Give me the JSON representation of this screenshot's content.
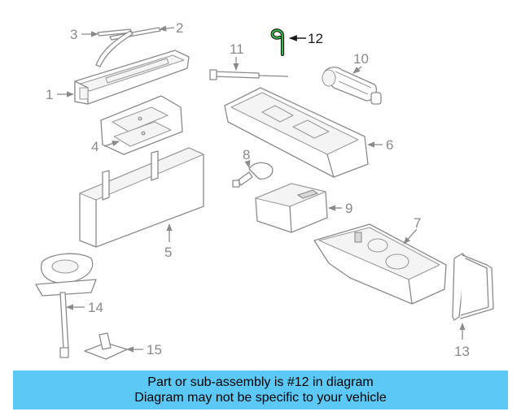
{
  "diagram": {
    "highlighted_part": "12",
    "callouts": [
      {
        "id": "c1",
        "label": "1"
      },
      {
        "id": "c2",
        "label": "2"
      },
      {
        "id": "c3",
        "label": "3"
      },
      {
        "id": "c4",
        "label": "4"
      },
      {
        "id": "c5",
        "label": "5"
      },
      {
        "id": "c6",
        "label": "6"
      },
      {
        "id": "c7",
        "label": "7"
      },
      {
        "id": "c8",
        "label": "8"
      },
      {
        "id": "c9",
        "label": "9"
      },
      {
        "id": "c10",
        "label": "10"
      },
      {
        "id": "c11",
        "label": "11"
      },
      {
        "id": "c12",
        "label": "12"
      },
      {
        "id": "c13",
        "label": "13"
      },
      {
        "id": "c14",
        "label": "14"
      },
      {
        "id": "c15",
        "label": "15"
      }
    ]
  },
  "banner": {
    "line1": "Part or sub-assembly is #12 in diagram",
    "line2": "Diagram may not be specific to your vehicle"
  },
  "colors": {
    "banner_bg": "#5bc8f5",
    "highlight_green": "#3ab54a",
    "line_gray": "#8a8a8a"
  }
}
